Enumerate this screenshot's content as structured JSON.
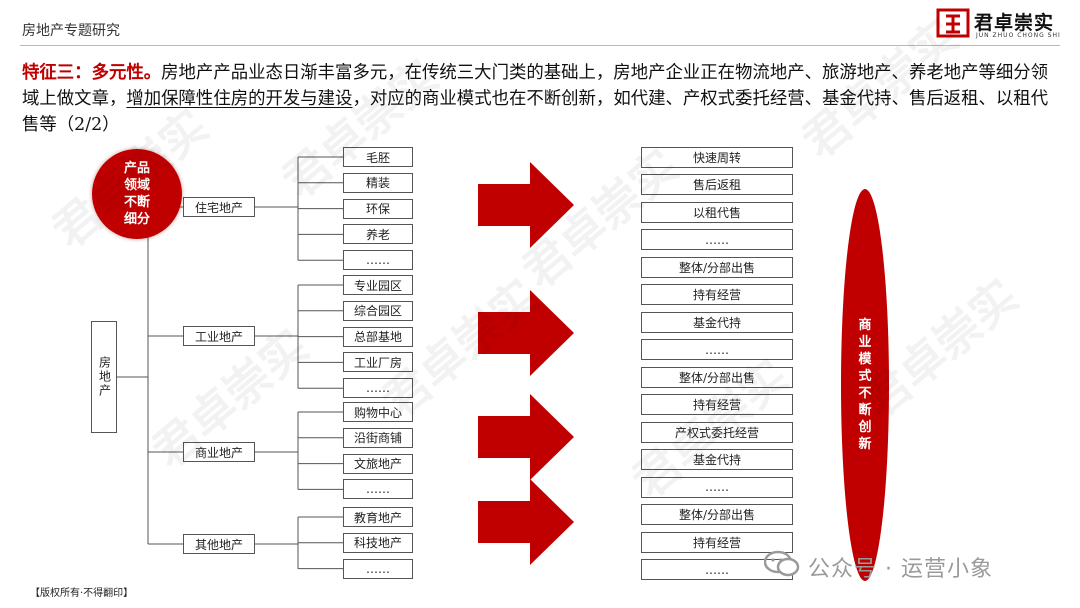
{
  "header": {
    "title": "房地产专题研究"
  },
  "logo": {
    "name": "君卓崇实",
    "subtitle": "JUN ZHUO CHONG SHI"
  },
  "intro": {
    "label": "特征三：多元性。",
    "text_a": "房地产产品业态日渐丰富多元，在传统三大门类的基础上，房地产企业正在物流地产、旅游地产、养老地产等细分领域上做文章，",
    "text_underlined": "增加保障性住房的开发与建设",
    "text_b": "，对应的商业模式也在不断创新，如代建、产权式委托经营、基金代持、售后返租、以租代售等（2/2）"
  },
  "circle_label": "产品领域不断细分",
  "root_label": "房地产",
  "categories": [
    {
      "label": "住宅地产",
      "items": [
        "毛胚",
        "精装",
        "环保",
        "养老",
        "……"
      ]
    },
    {
      "label": "工业地产",
      "items": [
        "专业园区",
        "综合园区",
        "总部基地",
        "工业厂房",
        "……"
      ]
    },
    {
      "label": "商业地产",
      "items": [
        "购物中心",
        "沿街商铺",
        "文旅地产",
        "……"
      ]
    },
    {
      "label": "其他地产",
      "items": [
        "教育地产",
        "科技地产",
        "……"
      ]
    }
  ],
  "business_models": [
    [
      "快速周转",
      "售后返租",
      "以租代售",
      "……"
    ],
    [
      "整体/分部出售",
      "持有经营",
      "基金代持",
      "……"
    ],
    [
      "整体/分部出售",
      "持有经营",
      "产权式委托经营",
      "基金代持",
      "……"
    ],
    [
      "整体/分部出售",
      "持有经营",
      "……"
    ]
  ],
  "ellipse_label": "商业模式不断创新",
  "footer": {
    "copyright": "【版权所有·不得翻印】"
  },
  "wechat": {
    "label": "公众号 · 运营小象"
  },
  "watermark": {
    "text": "君卓崇实"
  },
  "colors": {
    "accent": "#c00000",
    "border": "#555555"
  }
}
